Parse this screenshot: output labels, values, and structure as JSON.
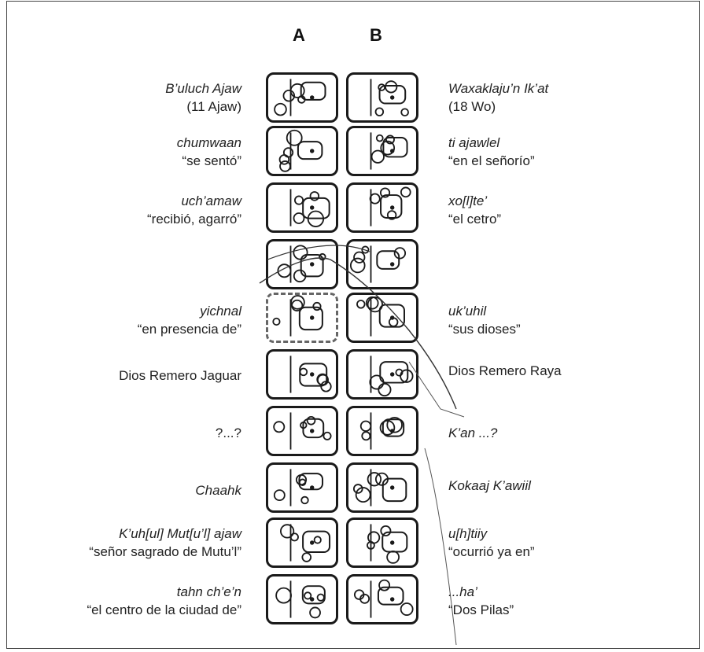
{
  "columns": {
    "a": "A",
    "b": "B"
  },
  "rows": [
    {
      "left": {
        "translit": "B’uluch Ajaw",
        "gloss": "(11 Ajaw)"
      },
      "right": {
        "translit": "Waxaklaju’n Ik’at",
        "gloss": "(18 Wo)"
      }
    },
    {
      "left": {
        "translit": "chumwaan",
        "gloss": "“se sentó”"
      },
      "right": {
        "translit": "ti ajawlel",
        "gloss": "“en el señorío”"
      }
    },
    {
      "left": {
        "translit": "uch’amaw",
        "gloss": "“recibió, agarró”"
      },
      "right": {
        "translit": "xo[l]te’",
        "gloss": "“el cetro”"
      }
    },
    {
      "left": {
        "translit": "",
        "gloss": ""
      },
      "right": {
        "translit": "",
        "gloss": ""
      }
    },
    {
      "left": {
        "translit": "yichnal",
        "gloss": "“en presencia de”"
      },
      "right": {
        "translit": "uk’uhil",
        "gloss": "“sus dioses”"
      }
    },
    {
      "left": {
        "translit": "",
        "gloss": "Dios Remero Jaguar"
      },
      "right": {
        "translit": "",
        "gloss": "Dios Remero Raya"
      }
    },
    {
      "left": {
        "translit": "?...?",
        "gloss": ""
      },
      "right": {
        "translit": "K’an ...?",
        "gloss": ""
      }
    },
    {
      "left": {
        "translit": "Chaahk",
        "gloss": ""
      },
      "right": {
        "translit": "Kokaaj K’awiil",
        "gloss": ""
      }
    },
    {
      "left": {
        "translit": "K’uh[ul] Mut[u’l] ajaw",
        "gloss": "“señor sagrado de Mutu’l”"
      },
      "right": {
        "translit": "u[h]tiiy",
        "gloss": "“ocurrió ya en”"
      }
    },
    {
      "left": {
        "translit": "tahn ch’e’n",
        "gloss": "“el centro de la ciudad de”"
      },
      "right": {
        "translit": "...ha’",
        "gloss": "“Dos Pilas”"
      }
    }
  ]
}
